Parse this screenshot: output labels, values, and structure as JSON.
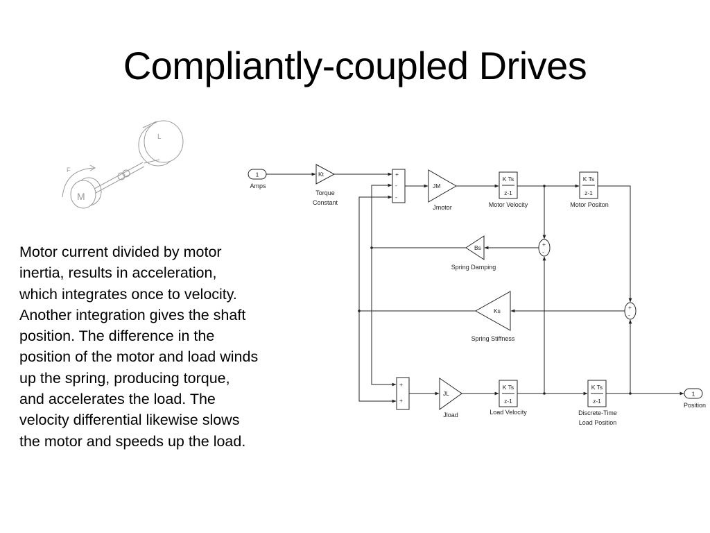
{
  "title": "Compliantly-coupled Drives",
  "body_text": "Motor current divided by motor inertia, results in acceleration, which integrates once to velocity. Another integration gives the shaft position. The difference in the position of the motor and load winds up the spring, producing torque, and accelerates the load. The velocity differential likewise slows the motor and speeds up the load.",
  "sketch": {
    "motor_label": "M",
    "load_label": "L",
    "force_label": "F"
  },
  "diagram": {
    "inport": {
      "number": "1",
      "name": "Amps"
    },
    "outport": {
      "number": "1",
      "name": "Position"
    },
    "torque_constant": {
      "gain": "Kt",
      "name_line1": "Torque",
      "name_line2": "Constant"
    },
    "jmotor": {
      "gain": "JM",
      "name": "Jmotor"
    },
    "jload": {
      "gain": "JL",
      "name": "Jload"
    },
    "spring_damping": {
      "gain": "Bs",
      "name": "Spring Damping"
    },
    "spring_stiffness": {
      "gain": "Ks",
      "name": "Spring Stiffness"
    },
    "motor_velocity": {
      "num": "K Ts",
      "den": "z-1",
      "name": "Motor Velocity"
    },
    "motor_position": {
      "num": "K Ts",
      "den": "z-1",
      "name": "Motor Positon"
    },
    "load_velocity": {
      "num": "K Ts",
      "den": "z-1",
      "name": "Load Velocity"
    },
    "load_position": {
      "num": "K Ts",
      "den": "z-1",
      "name_line1": "Discrete-Time",
      "name_line2": "Load Position"
    },
    "sum_motor": {
      "s1": "+",
      "s2": "-",
      "s3": "-"
    },
    "sum_load": {
      "s1": "+",
      "s2": "+"
    },
    "sum_vel": {
      "s1": "+",
      "s2": "-"
    },
    "sum_pos": {
      "s1": "+",
      "s2": "-"
    }
  }
}
